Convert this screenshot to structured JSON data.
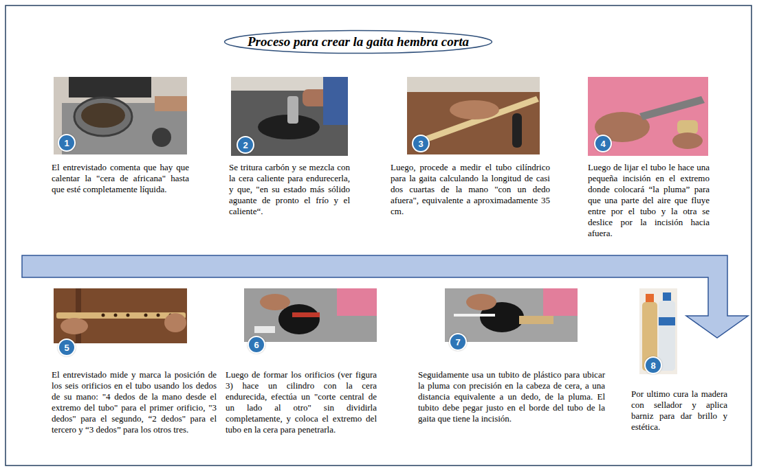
{
  "diagram": {
    "title": "Proceso para crear la gaita hembra corta",
    "nodes": [
      {
        "text": [
          "1"
        ]
      },
      {
        "text": [
          "2"
        ]
      },
      {
        "text": [
          "3"
        ]
      },
      {
        "text": [
          "4"
        ]
      },
      {
        "text": [
          "5"
        ]
      },
      {
        "text": [
          "6"
        ]
      },
      {
        "text": [
          "7"
        ]
      },
      {
        "text": [
          "8"
        ]
      }
    ],
    "labels": [
      "El entrevistado comenta que hay que calentar la \"cera de africana\" hasta que esté completamente líquida.",
      "Se tritura carbón y se mezcla con la cera caliente para endurecerla, y que, \"en su estado más sólido aguante de pronto el frío y el caliente“.",
      "Luego, procede a medir el tubo cilíndrico para la gaita calculando la longitud de casi dos cuartas de la mano \"con un dedo afuera\", equivalente a aproximadamente 35 cm.",
      "Luego de lijar el tubo le hace una pequeña incisión en el extremo donde colocará “la pluma” para que una parte del aire que fluye entre por el tubo y la otra se deslice por la incisión hacia afuera.",
      "El entrevistado mide y marca la posición de los seis orificios en el tubo usando los dedos de su mano: \"4 dedos de la mano desde el extremo del tubo\" para el primer orificio, \"3 dedos\" para el segundo, “2 dedos\" para el tercero y “3 dedos” para los otros tres.",
      "Luego de formar los orificios (ver figura 3) hace un cilindro con la cera endurecida, efectúa un \"corte central de un lado al otro\" sin dividirla completamente, y coloca el extremo del tubo en la cera para penetrarla.",
      "Seguidamente usa un tubito de plástico para ubicar la pluma con precisión en la cabeza de cera, a una distancia equivalente a un dedo, de la pluma. El tubito debe pegar justo en el borde del tubo de la gaita que tiene la incisión.",
      "Por ultimo cura la madera con sellador y aplica barniz para dar brillo y estética."
    ]
  }
}
